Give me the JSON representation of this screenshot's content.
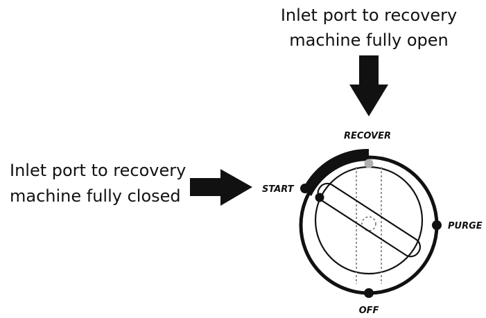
{
  "top_caption": {
    "line1": "Inlet port to recovery",
    "line2": "machine fully open"
  },
  "left_caption": {
    "line1": "Inlet port to recovery",
    "line2": "machine fully closed"
  },
  "dial": {
    "positions": {
      "recover": "RECOVER",
      "start": "START",
      "purge": "PURGE",
      "off": "OFF"
    },
    "recover_marker_color": "#b0b0b0",
    "marker_color": "#111111"
  }
}
